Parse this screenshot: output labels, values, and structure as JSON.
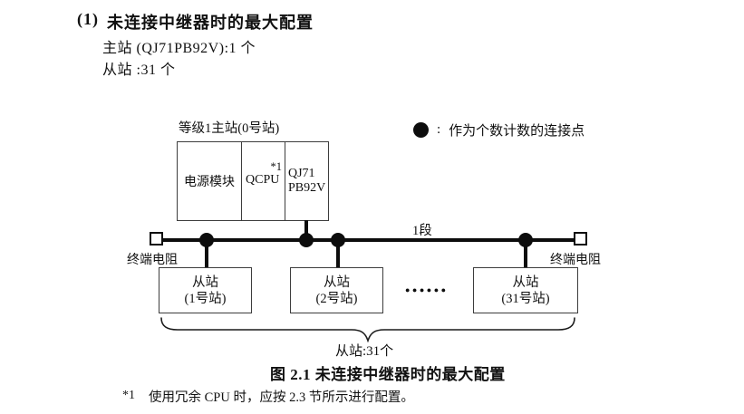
{
  "page": {
    "heading_number": "(1)",
    "heading_text": "未连接中继器时的最大配置",
    "spec_master": "主站 (QJ71PB92V):1 个",
    "spec_slave": "从站 :31 个"
  },
  "legend": {
    "marker": "count-dot",
    "separator": ":",
    "label": "作为个数计数的连接点"
  },
  "diagram": {
    "master": {
      "station_label": "等级1主站(0号站)",
      "modules": [
        {
          "name": "电源模块"
        },
        {
          "name": "QCPU",
          "footnote_ref": "*1"
        },
        {
          "name_line1": "QJ71",
          "name_line2": "PB92V"
        }
      ]
    },
    "segment_label": "1段",
    "terminator_left": "终端电阻",
    "terminator_right": "终端电阻",
    "slaves": [
      {
        "line1": "从站",
        "line2": "(1号站)"
      },
      {
        "line1": "从站",
        "line2": "(2号站)"
      },
      {
        "line1": "从站",
        "line2": "(31号站)"
      }
    ],
    "ellipsis": "●●●●●●",
    "brace_label": "从站:31个"
  },
  "caption": "图 2.1 未连接中继器时的最大配置",
  "footnote": {
    "ref": "*1",
    "text": "使用冗余 CPU 时，应按 2.3 节所示进行配置。"
  },
  "colors": {
    "ink": "#0d0d0d",
    "box_border": "#3d3d3d",
    "background": "#ffffff"
  }
}
